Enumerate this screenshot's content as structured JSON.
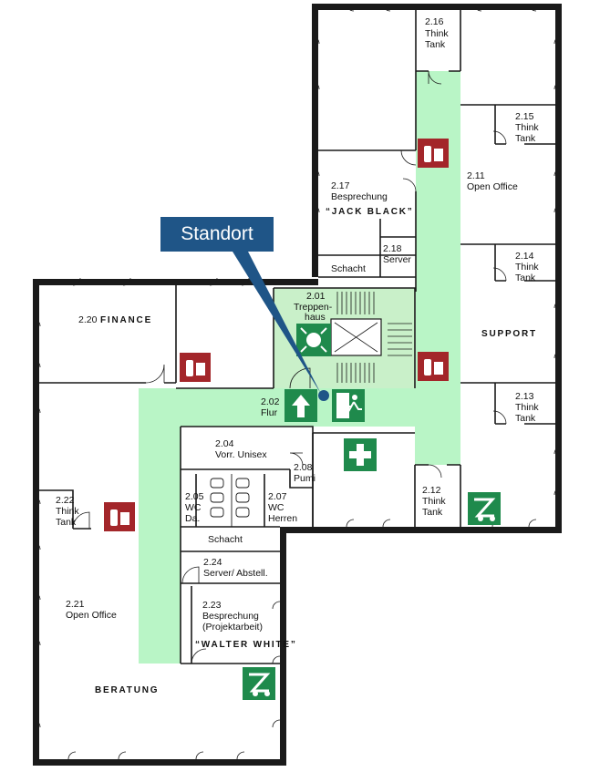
{
  "callout": {
    "label": "Standort"
  },
  "rooms": {
    "r216": {
      "number": "2.16",
      "name1": "Think",
      "name2": "Tank"
    },
    "r215": {
      "number": "2.15",
      "name1": "Think",
      "name2": "Tank"
    },
    "r214": {
      "number": "2.14",
      "name1": "Think",
      "name2": "Tank"
    },
    "r213": {
      "number": "2.13",
      "name1": "Think",
      "name2": "Tank"
    },
    "r212": {
      "number": "2.12",
      "name1": "Think",
      "name2": "Tank"
    },
    "r222": {
      "number": "2.22",
      "name1": "Think",
      "name2": "Tank"
    },
    "r211": {
      "number": "2.11",
      "name1": "Open Office"
    },
    "r217": {
      "number": "2.17",
      "name1": "Besprechung",
      "name2": "“JACK BLACK”"
    },
    "r218": {
      "number": "2.18",
      "name1": "Server"
    },
    "schacht_top": {
      "name1": "Schacht"
    },
    "r201": {
      "number": "2.01",
      "name1": "Treppen-",
      "name2": "haus"
    },
    "r220": {
      "number": "2.20",
      "name1": "FINANCE"
    },
    "r202": {
      "number": "2.02",
      "name1": "Flur"
    },
    "r204": {
      "number": "2.04",
      "name1": "Vorr. Unisex"
    },
    "r208": {
      "number": "2.08",
      "name1": "Pumi"
    },
    "r205": {
      "number": "2.05",
      "name1": "WC",
      "name2": "Da."
    },
    "r207": {
      "number": "2.07",
      "name1": "WC",
      "name2": "Herren"
    },
    "schacht_mid": {
      "name1": "Schacht"
    },
    "r224": {
      "number": "2.24",
      "name1": "Server/ Abstell."
    },
    "r223": {
      "number": "2.23",
      "name1": "Besprechung",
      "name2": "(Projektarbeit)",
      "name3": "“WALTER WHITE”"
    },
    "r221": {
      "number": "2.21",
      "name1": "Open Office"
    }
  },
  "zones": {
    "support": "SUPPORT",
    "beratung": "BERATUNG"
  },
  "colors": {
    "escape_route": "#b9f5c6",
    "stairwell": "#c9f0c9",
    "exit_sign": "#1f8a4c",
    "extinguisher": "#a3262a",
    "callout": "#1f5587",
    "location_dot": "#1f5587"
  },
  "icons": [
    "fire-extinguisher-icon",
    "emergency-exit-icon",
    "exit-direction-arrow-icon",
    "first-aid-icon",
    "assembly-point-icon",
    "evacuation-chair-icon",
    "location-dot-icon"
  ]
}
